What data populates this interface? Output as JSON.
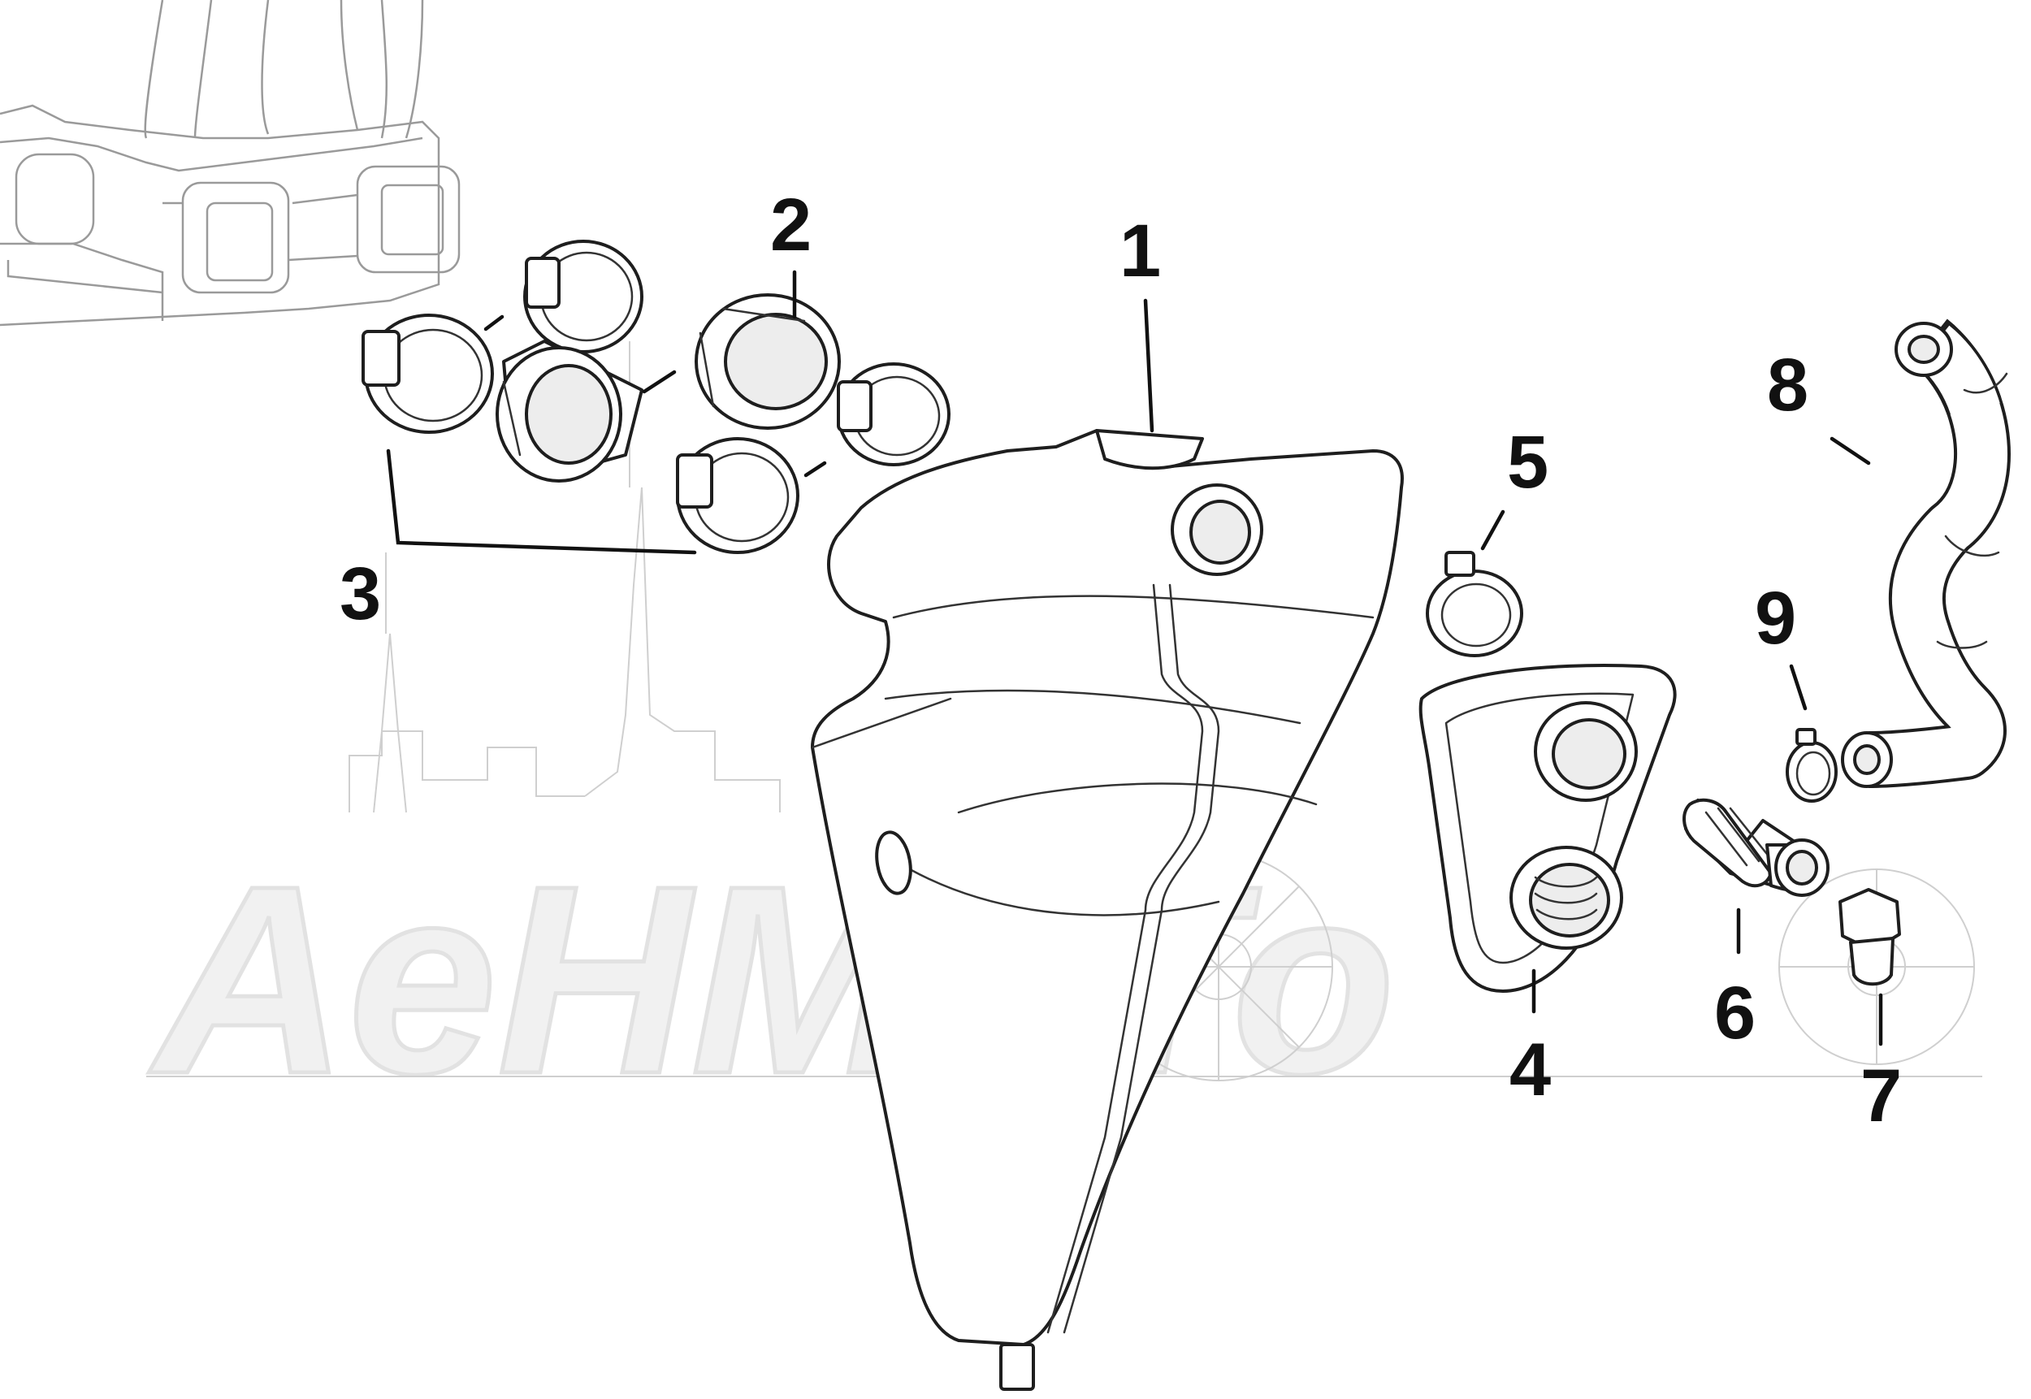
{
  "watermark": {
    "text": "AeHMoTo"
  },
  "callouts": [
    {
      "id": "1",
      "label": "1"
    },
    {
      "id": "2",
      "label": "2"
    },
    {
      "id": "3",
      "label": "3"
    },
    {
      "id": "4",
      "label": "4"
    },
    {
      "id": "5",
      "label": "5"
    },
    {
      "id": "6",
      "label": "6"
    },
    {
      "id": "7",
      "label": "7"
    },
    {
      "id": "8",
      "label": "8"
    },
    {
      "id": "9",
      "label": "9"
    }
  ]
}
